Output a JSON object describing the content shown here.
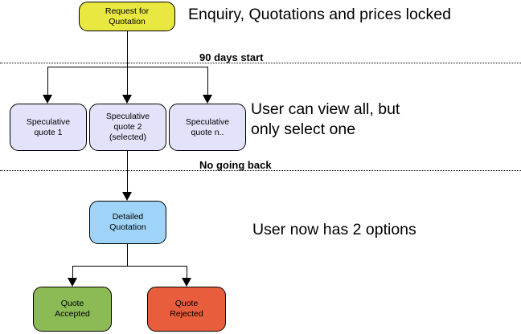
{
  "diagram": {
    "title_visible": false,
    "colors": {
      "request_for_quotation": "#e8e840",
      "speculative_quote": "#e2e2fa",
      "detailed_quotation": "#9fd4f8",
      "quote_accepted": "#8cbb55",
      "quote_rejected": "#e85d3c",
      "stroke": "#000000",
      "background": "#ffffff"
    },
    "nodes": {
      "request_for_quotation": "Request for\nQuotation",
      "speculative_quote_1": "Speculative\nquote 1",
      "speculative_quote_2": "Speculative\nquote 2\n(selected)",
      "speculative_quote_n": "Speculative\nquote n..",
      "detailed_quotation": "Detailed\nQuotation",
      "quote_accepted": "Quote\nAccepted",
      "quote_rejected": "Quote\nRejected"
    },
    "separators": [
      {
        "id": "separator-90-days",
        "label": "90 days start"
      },
      {
        "id": "separator-no-going-back",
        "label": "No going back"
      }
    ],
    "notes": [
      {
        "id": "note-enquiry",
        "text": "Enquiry, Quotations and prices locked"
      },
      {
        "id": "note-view-select",
        "text": "User can view all, but\nonly select one"
      },
      {
        "id": "note-two-options",
        "text": "User now has 2 options"
      }
    ]
  }
}
